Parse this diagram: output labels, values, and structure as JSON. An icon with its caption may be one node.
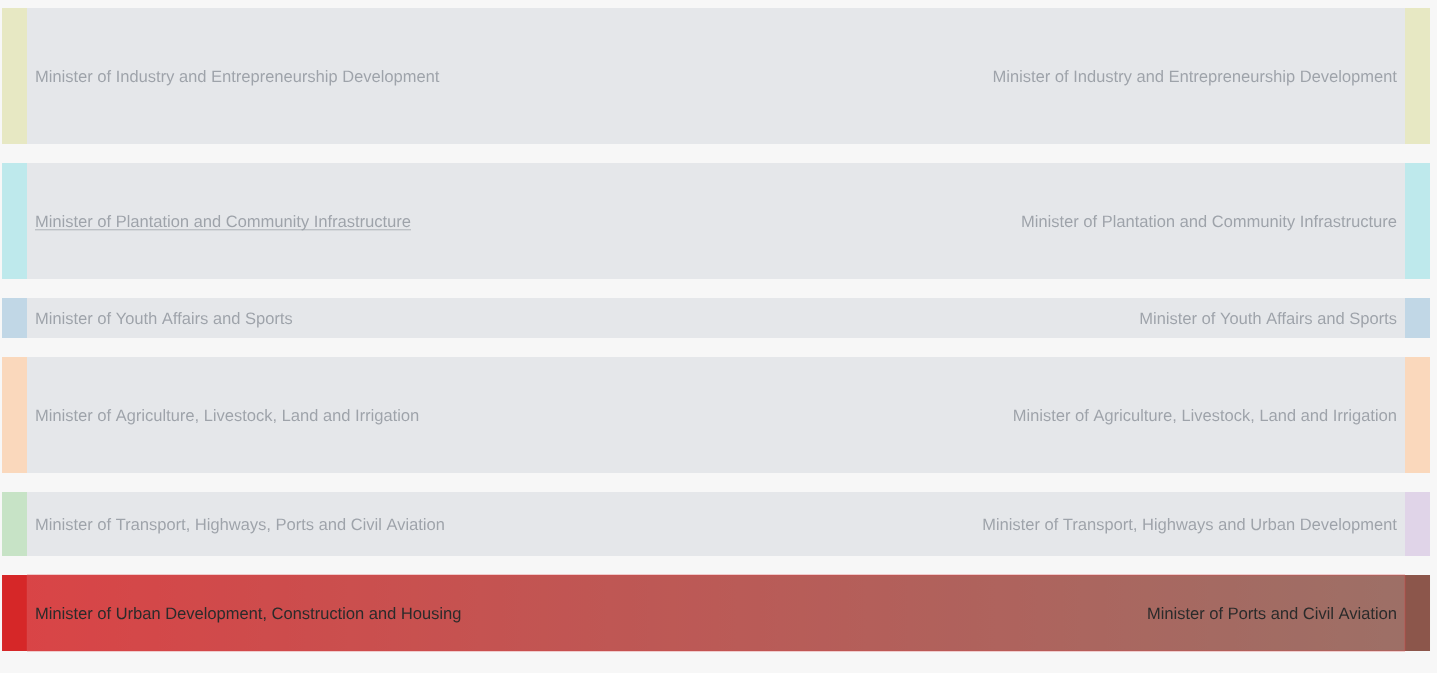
{
  "diagram": {
    "nodes": [
      {
        "text": [
          "Minister of Industry and Entrepreneurship Development"
        ]
      },
      {
        "text": [
          "Minister of Industry and Entrepreneurship Development"
        ]
      },
      {
        "text": [
          "Minister of Plantation and Community Infrastructure"
        ]
      },
      {
        "text": [
          "Minister of Plantation and Community Infrastructure"
        ]
      },
      {
        "text": [
          "Minister of Youth Affairs and Sports"
        ]
      },
      {
        "text": [
          "Minister of Youth Affairs and Sports"
        ]
      },
      {
        "text": [
          "Minister of Agriculture, Livestock, Land and Irrigation"
        ]
      },
      {
        "text": [
          "Minister of Agriculture, Livestock, Land and Irrigation"
        ]
      },
      {
        "text": [
          "Minister of Transport, Highways, Ports and Civil Aviation"
        ]
      },
      {
        "text": [
          "Minister of Transport, Highways and Urban Development"
        ]
      },
      {
        "text": [
          "Minister of Urban Development, Construction and Housing"
        ]
      },
      {
        "text": [
          "Minister of Ports and Civil Aviation"
        ]
      }
    ],
    "edges": [
      {
        "from": 0,
        "to": 1,
        "arrow": "none"
      },
      {
        "from": 2,
        "to": 3,
        "arrow": "none"
      },
      {
        "from": 4,
        "to": 5,
        "arrow": "none"
      },
      {
        "from": 6,
        "to": 7,
        "arrow": "none"
      },
      {
        "from": 8,
        "to": 9,
        "arrow": "none"
      },
      {
        "from": 10,
        "to": 11,
        "arrow": "none",
        "color": "#d94446"
      }
    ]
  }
}
